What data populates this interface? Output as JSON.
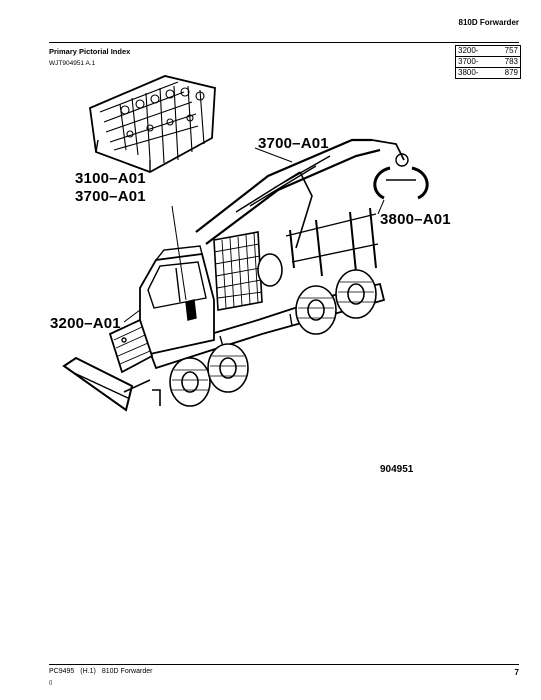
{
  "header": {
    "doc_title": "810D Forwarder",
    "index_title": "Primary Pictorial Index",
    "index_code": "WJT904951 A.1"
  },
  "reference_table": [
    {
      "group": "3200-",
      "page": "757"
    },
    {
      "group": "3700-",
      "page": "783"
    },
    {
      "group": "3800-",
      "page": "879"
    }
  ],
  "callouts": {
    "top_right": "3700–A01",
    "left_upper": "3100–A01",
    "left_lower": "3700–A01",
    "right": "3800–A01",
    "cab": "3200–A01"
  },
  "figure_number": "904951",
  "footer": {
    "doc_code": "PC9495",
    "revision": "(H.1)",
    "doc_name": "810D Forwarder",
    "page_number": "7",
    "mark": "()"
  }
}
